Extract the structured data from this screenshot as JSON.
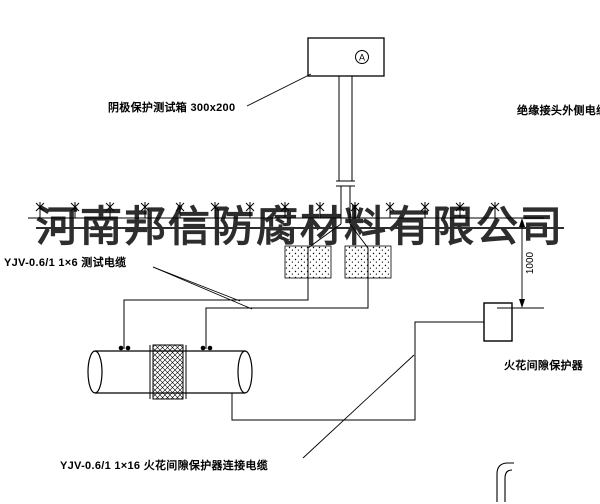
{
  "watermark": {
    "text": "河南邦信防腐材料有限公司"
  },
  "labels": {
    "test_box": "阴极保护测试箱 300x200",
    "outer_cable": "绝缘接头外侧电缆",
    "test_cable": "YJV-0.6/1 1×6 测试电缆",
    "spark_protector": "火花间隙保护器",
    "spark_cable": "YJV-0.6/1 1×16 火花间隙保护器连接电缆"
  },
  "dimension": {
    "value": "1000"
  },
  "meter": {
    "letter": "A"
  },
  "colors": {
    "line": "#000000",
    "background": "#ffffff",
    "watermark": "#111111"
  }
}
